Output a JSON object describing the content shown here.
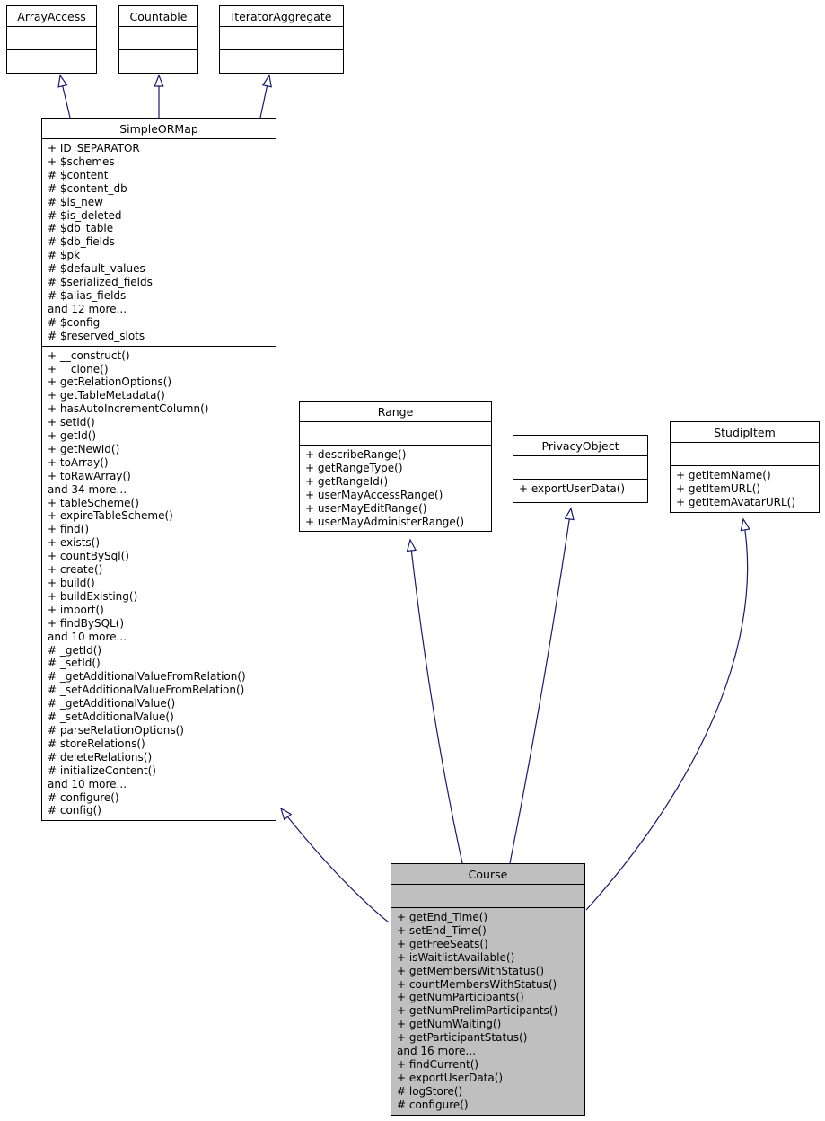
{
  "diagram": {
    "type": "uml-class-inheritance",
    "colors": {
      "edge": "#191970",
      "box_border": "#000000",
      "box_fill": "#ffffff",
      "highlight_fill": "#bfbfbf"
    },
    "classes": [
      {
        "name": "ArrayAccess",
        "attributes": [],
        "methods": [],
        "highlighted": false
      },
      {
        "name": "Countable",
        "attributes": [],
        "methods": [],
        "highlighted": false
      },
      {
        "name": "IteratorAggregate",
        "attributes": [],
        "methods": [],
        "highlighted": false
      },
      {
        "name": "SimpleORMap",
        "highlighted": false,
        "attributes": [
          "+ ID_SEPARATOR",
          "+ $schemes",
          "# $content",
          "# $content_db",
          "# $is_new",
          "# $is_deleted",
          "# $db_table",
          "# $db_fields",
          "# $pk",
          "# $default_values",
          "# $serialized_fields",
          "# $alias_fields",
          "and 12 more...",
          "# $config",
          "# $reserved_slots"
        ],
        "methods": [
          "+ __construct()",
          "+ __clone()",
          "+ getRelationOptions()",
          "+ getTableMetadata()",
          "+ hasAutoIncrementColumn()",
          "+ setId()",
          "+ getId()",
          "+ getNewId()",
          "+ toArray()",
          "+ toRawArray()",
          "and 34 more...",
          "+ tableScheme()",
          "+ expireTableScheme()",
          "+ find()",
          "+ exists()",
          "+ countBySql()",
          "+ create()",
          "+ build()",
          "+ buildExisting()",
          "+ import()",
          "+ findBySQL()",
          "and 10 more...",
          "# _getId()",
          "# _setId()",
          "# _getAdditionalValueFromRelation()",
          "# _setAdditionalValueFromRelation()",
          "# _getAdditionalValue()",
          "# _setAdditionalValue()",
          "# parseRelationOptions()",
          "# storeRelations()",
          "# deleteRelations()",
          "# initializeContent()",
          "and 10 more...",
          "# configure()",
          "# config()"
        ]
      },
      {
        "name": "Range",
        "highlighted": false,
        "attributes": [],
        "methods": [
          "+ describeRange()",
          "+ getRangeType()",
          "+ getRangeId()",
          "+ userMayAccessRange()",
          "+ userMayEditRange()",
          "+ userMayAdministerRange()"
        ]
      },
      {
        "name": "PrivacyObject",
        "highlighted": false,
        "attributes": [],
        "methods": [
          "+ exportUserData()"
        ]
      },
      {
        "name": "StudipItem",
        "highlighted": false,
        "attributes": [],
        "methods": [
          "+ getItemName()",
          "+ getItemURL()",
          "+ getItemAvatarURL()"
        ]
      },
      {
        "name": "Course",
        "highlighted": true,
        "attributes": [],
        "methods": [
          "+ getEnd_Time()",
          "+ setEnd_Time()",
          "+ getFreeSeats()",
          "+ isWaitlistAvailable()",
          "+ getMembersWithStatus()",
          "+ countMembersWithStatus()",
          "+ getNumParticipants()",
          "+ getNumPrelimParticipants()",
          "+ getNumWaiting()",
          "+ getParticipantStatus()",
          "and 16 more...",
          "+ findCurrent()",
          "+ exportUserData()",
          "# logStore()",
          "# configure()"
        ]
      }
    ],
    "relations": [
      {
        "child": "SimpleORMap",
        "parent": "ArrayAccess"
      },
      {
        "child": "SimpleORMap",
        "parent": "Countable"
      },
      {
        "child": "SimpleORMap",
        "parent": "IteratorAggregate"
      },
      {
        "child": "Course",
        "parent": "SimpleORMap"
      },
      {
        "child": "Course",
        "parent": "Range"
      },
      {
        "child": "Course",
        "parent": "PrivacyObject"
      },
      {
        "child": "Course",
        "parent": "StudipItem"
      }
    ]
  }
}
